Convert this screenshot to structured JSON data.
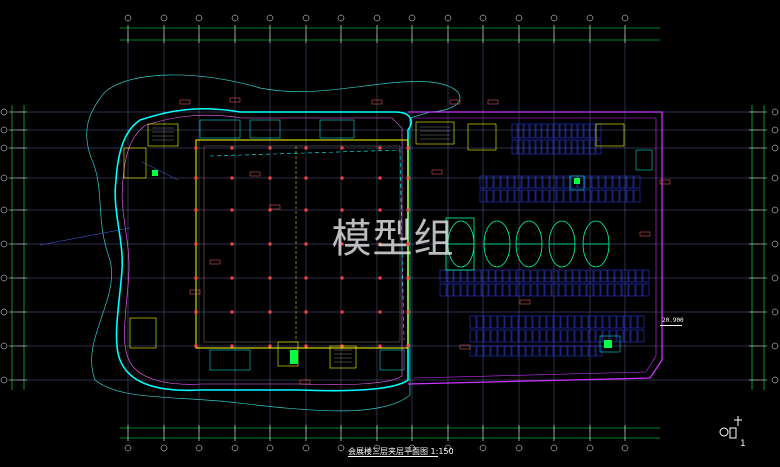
{
  "drawing": {
    "watermark": "模型组",
    "title": "会展楼三层夹层平面图 1:150",
    "elevation_label": "20.900",
    "colors": {
      "background": "#000000",
      "axis_grid": "#9aa0ff",
      "dimension": "#00ff44",
      "wall": "#ffff00",
      "glass": "#00ffff",
      "parking_outline": "#cc33ff",
      "parking_stalls": "#3344ff",
      "site_boundary": "#33cccc",
      "columns": "#ff4444",
      "text": "#ffffff"
    },
    "icons": [
      "north-arrow-icon"
    ]
  }
}
